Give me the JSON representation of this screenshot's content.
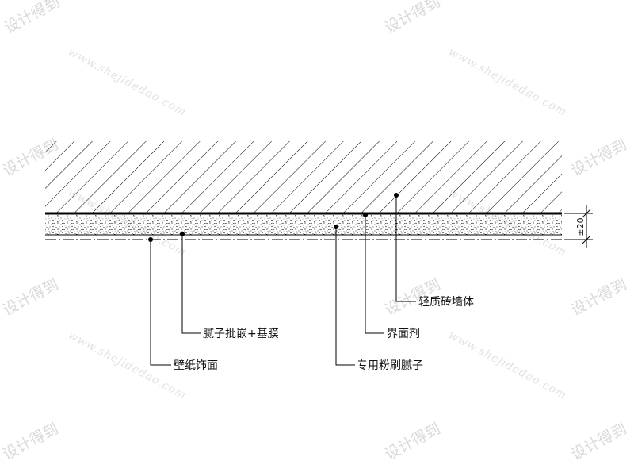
{
  "watermark": {
    "text": "设计得到",
    "url": "www.shejidedao.com"
  },
  "layers": {
    "wall": "轻质砖墙体",
    "primer": "界面剂",
    "putty": "专用粉刷腻子",
    "skim": "腻子批嵌+基膜",
    "finish": "壁纸饰面"
  },
  "dimension": {
    "thickness": "±20"
  }
}
